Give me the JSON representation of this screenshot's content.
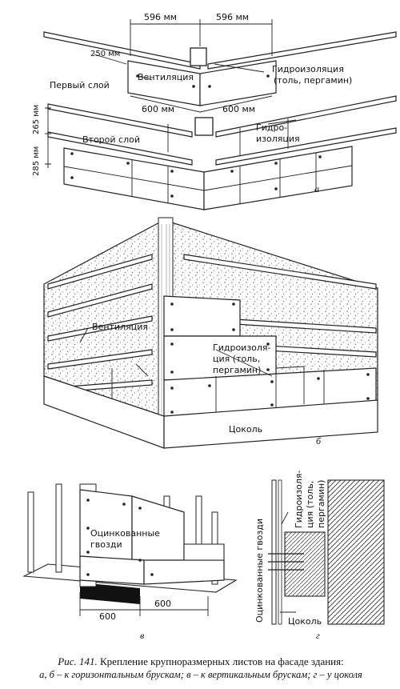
{
  "panel_a": {
    "letter": "а",
    "dim_596_left": "596 мм",
    "dim_596_right": "596 мм",
    "dim_250": "250 мм",
    "dim_600_left": "600 мм",
    "dim_600_right": "600 мм",
    "dim_265": "265 мм",
    "dim_285": "285 мм",
    "ventilation": "Вентиляция",
    "first_layer": "Первый слой",
    "second_layer": "Второй слой",
    "waterproof_line1": "Гидроизоляция",
    "waterproof_line2": "(толь, пергамин)",
    "waterproof2_line1": "Гидро-",
    "waterproof2_line2": "изоляция"
  },
  "panel_b": {
    "letter": "б",
    "ventilation": "Вентиляция",
    "waterproof_line1": "Гидроизоля-",
    "waterproof_line2": "ция (толь,",
    "waterproof_line3": "пергамин)",
    "plinth": "Цоколь"
  },
  "panel_v": {
    "letter": "в",
    "nails_line1": "Оцинкованные",
    "nails_line2": "гвозди",
    "dim_left": "600",
    "dim_right": "600"
  },
  "panel_g": {
    "letter": "г",
    "nails_vertical": "Оцинкованные гвозди",
    "waterproof_v1": "Гидроизоля-",
    "waterproof_v2": "ция (толь,",
    "waterproof_v3": "пергамин)",
    "plinth": "Цоколь"
  },
  "caption": {
    "prefix": "Рис. 141.",
    "title": "Крепление крупноразмерных листов на фасаде здания:",
    "legend": "а, б – к горизонтальным брускам; в – к вертикальным брускам; г – у цоколя"
  }
}
